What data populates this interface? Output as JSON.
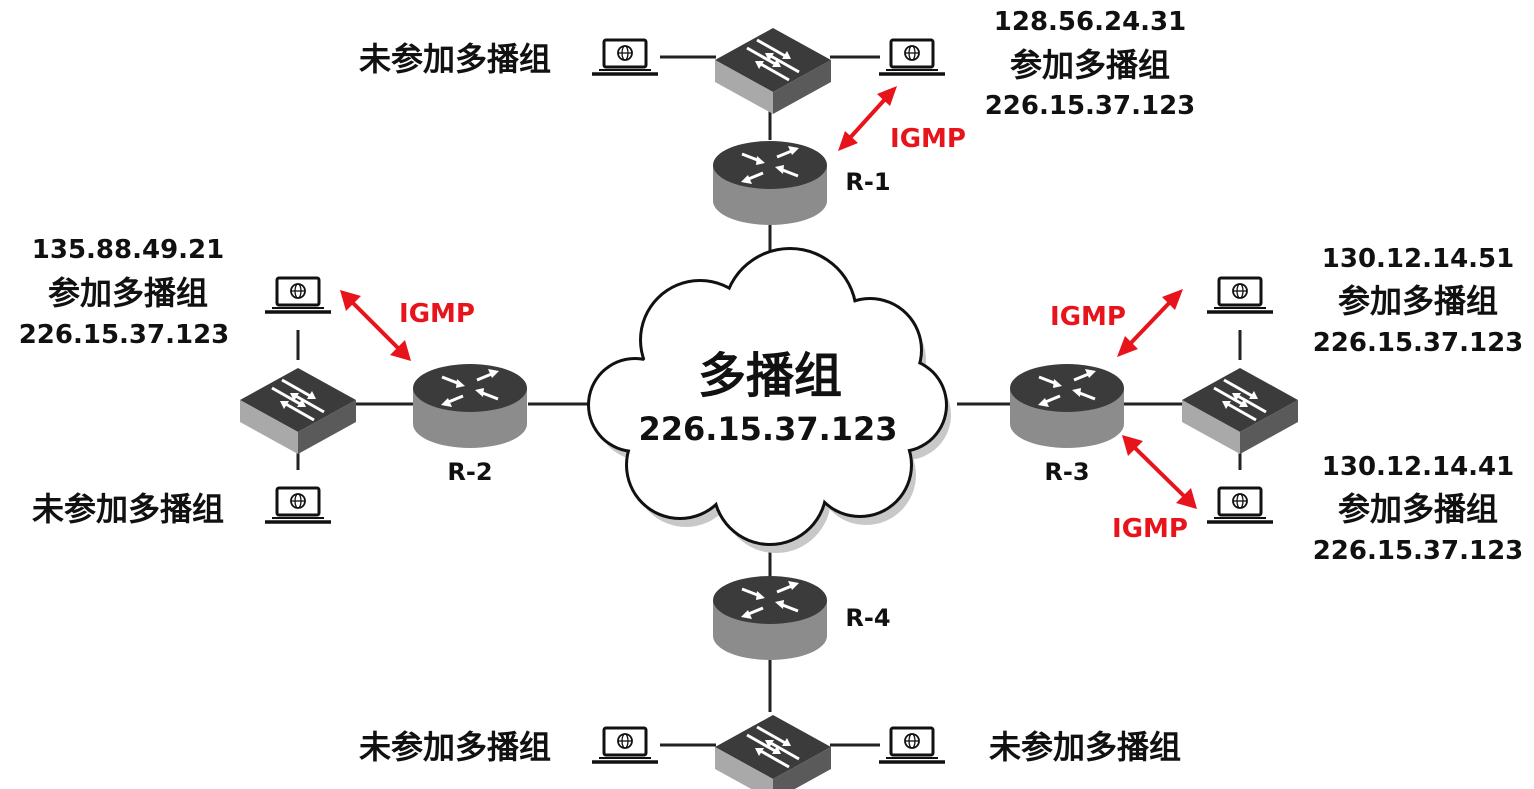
{
  "cloud": {
    "title": "多播组",
    "address": "226.15.37.123"
  },
  "routers": {
    "r1": "R-1",
    "r2": "R-2",
    "r3": "R-3",
    "r4": "R-4"
  },
  "hosts": {
    "top_left": {
      "status": "未参加多播组"
    },
    "top_right": {
      "ip": "128.56.24.31",
      "status": "参加多播组",
      "group": "226.15.37.123"
    },
    "left_top": {
      "ip": "135.88.49.21",
      "status": "参加多播组",
      "group": "226.15.37.123"
    },
    "left_bottom": {
      "status": "未参加多播组"
    },
    "right_top": {
      "ip": "130.12.14.51",
      "status": "参加多播组",
      "group": "226.15.37.123"
    },
    "right_bottom": {
      "ip": "130.12.14.41",
      "status": "参加多播组",
      "group": "226.15.37.123"
    },
    "bottom_left": {
      "status": "未参加多播组"
    },
    "bottom_right": {
      "status": "未参加多播组"
    }
  },
  "protocol": {
    "igmp": "IGMP"
  },
  "colors": {
    "igmp_arrow": "#e8141b",
    "device_top": "#3b3b3b",
    "device_side": "#8c8c8c",
    "cloud_shadow": "#c8c8c8"
  },
  "icons": {
    "host": "laptop-globe-icon",
    "switch": "switch-icon",
    "router": "router-icon"
  }
}
